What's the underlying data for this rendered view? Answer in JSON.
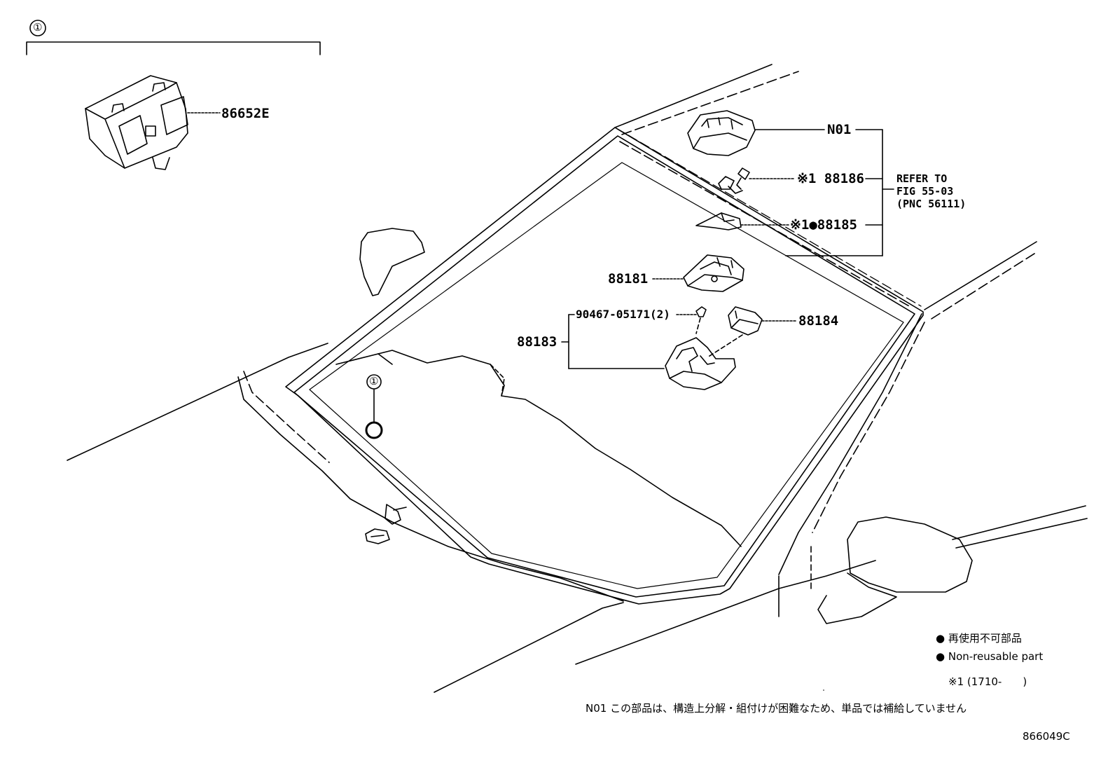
{
  "callout": {
    "top": "①",
    "windshield": "①"
  },
  "parts": {
    "p86652e": "86652E",
    "n01": "N01",
    "p88186": "※1 88186",
    "p88185": "※1●88185",
    "p88181": "88181",
    "p90467": "90467-05171(2)",
    "p88183": "88183",
    "p88184": "88184"
  },
  "refer": {
    "line1": "REFER TO",
    "line2": "FIG 55-03",
    "line3": "(PNC 56111)"
  },
  "legend": {
    "ja": "● 再使用不可部品",
    "en": "● Non-reusable part",
    "note1": "※1 (1710-　　)",
    "n01_note": "N01 この部品は、構造上分解・組付けが困難なため、単品では補給していません",
    "fig_id": "866049C"
  }
}
